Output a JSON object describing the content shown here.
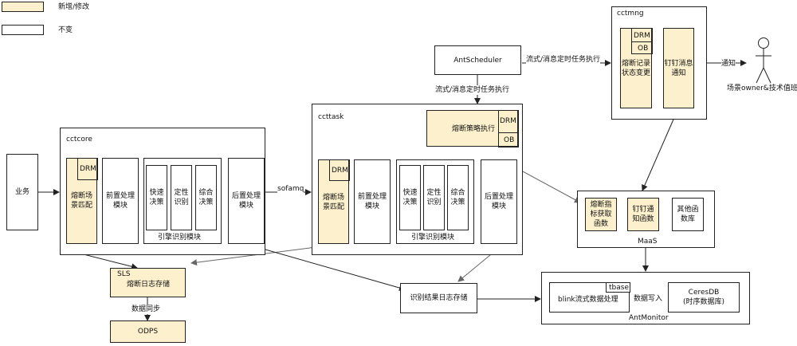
{
  "legend": {
    "modified": "新增/修改",
    "unchanged": "不变"
  },
  "business": "业务",
  "cctcore": {
    "title": "cctcore",
    "fuse_match": "熔断场\n景匹配",
    "drm": "DRM",
    "pre": "前置处理\n模块",
    "fast": "快速\n决策",
    "qual": "定性\n识别",
    "combo": "综合\n决策",
    "engine": "引擎识别模块",
    "post": "后置处理\n模块"
  },
  "sofamq": "sofamq",
  "ccttask": {
    "title": "ccttask",
    "strategy": "熔断策略执行",
    "drm": "DRM",
    "ob": "OB",
    "fuse_match": "熔断场\n景匹配",
    "drm2": "DRM",
    "pre": "前置处理\n模块",
    "fast": "快速\n决策",
    "qual": "定性\n识别",
    "combo": "综合\n决策",
    "engine": "引擎识别模块",
    "post": "后置处理\n模块"
  },
  "scheduler": {
    "name": "AntScheduler",
    "edge_right": "流式/消息定时任务执行",
    "edge_down": "流式/消息定时任务执行"
  },
  "cctmng": {
    "title": "cctmng",
    "record": "熔断记录\n状态变更",
    "drm": "DRM",
    "ob": "OB",
    "dingding": "钉钉消息\n通知"
  },
  "notify": "通知",
  "actor": "场景owner&技术值班",
  "maas": {
    "title": "MaaS",
    "metric": "熔断指\n标获取\n函数",
    "dingding": "钉钉通\n知函数",
    "other": "其他函\n数库"
  },
  "sls": {
    "title": "SLS",
    "name": "熔断日志存储"
  },
  "data_sync": "数据同步",
  "odps": "ODPS",
  "result_log": "识别结果日志存储",
  "antmonitor": {
    "title": "AntMonitor",
    "blink": "blink流式数据处理",
    "tbase": "tbase",
    "write": "数据写入",
    "ceresdb": "CeresDB\n(时序数据库)"
  }
}
